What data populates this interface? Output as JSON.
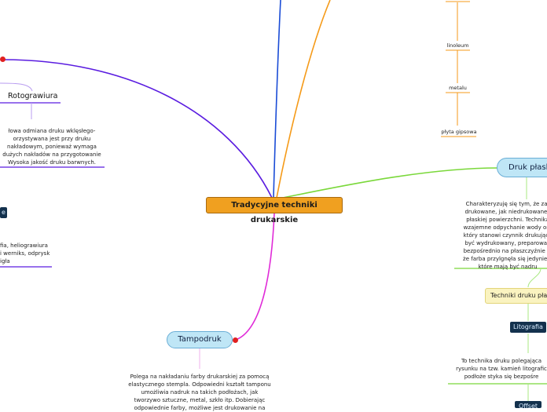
{
  "central_topic": "Tradycyjne techniki drukarskie",
  "branches": {
    "rotograwiura": {
      "label": "Rotograwiura",
      "description": [
        "łowa odmiana druku wklęsłego-",
        "orzystywana jest przy druku",
        "nakładowym, ponieważ wymaga",
        "dużych nakładów na przygotowanie",
        "Wysoka jakość druku barwnych."
      ]
    },
    "left_fragment": {
      "label": "e",
      "description": [
        "fia, heliograwiura",
        "i werniks, odprysk",
        "igła"
      ]
    },
    "tampodruk": {
      "label": "Tampodruk",
      "description": [
        "Polega na nakładaniu farby drukarskiej za pomocą",
        "elastycznego stempla. Odpowiedni kształt tamponu",
        "umożliwia nadruk na takich podłożach, jak",
        "tworzywo sztuczne, metal, szkło itp. Dobierając",
        "odpowiednie farby, możliwe jest drukowanie na"
      ]
    },
    "druk_plaski": {
      "label": "Druk płask",
      "description": [
        "Charakteryzuję się tym, że zar",
        "drukowane, jak niedrukowane l",
        "płaskiej powierzchni. Technika",
        "wzajemne odpychanie wody ora",
        "który stanowi czynnik drukujący",
        "być wydrukowany, preparowan",
        "bezpośrednio na płaszczyźnie pł",
        "że farba przylgnęła się jedynie d",
        "które mają być nadru"
      ],
      "subtopic": "Techniki druku pła",
      "lithography": {
        "label": "Litografia",
        "description": [
          "To technika druku polegająca",
          "rysunku na tzw. kamień litografic",
          "podłoże styka się bezpośre"
        ]
      },
      "offset": {
        "label": "Offset"
      }
    },
    "materials": [
      "linoleum",
      "metalu",
      "płyta gipsowa"
    ]
  },
  "colors": {
    "central_fill": "#f0a020",
    "branch_purple": "#5a1ce0",
    "branch_orange": "#f59a18",
    "branch_blue": "#1a4cd6",
    "branch_green": "#7ad83a",
    "branch_magenta": "#e02bd8",
    "pill_fill": "#bfe6f6",
    "dark_tag_fill": "#13314d",
    "subtopic_fill": "#faf3c0",
    "marker_red": "#e02020"
  }
}
